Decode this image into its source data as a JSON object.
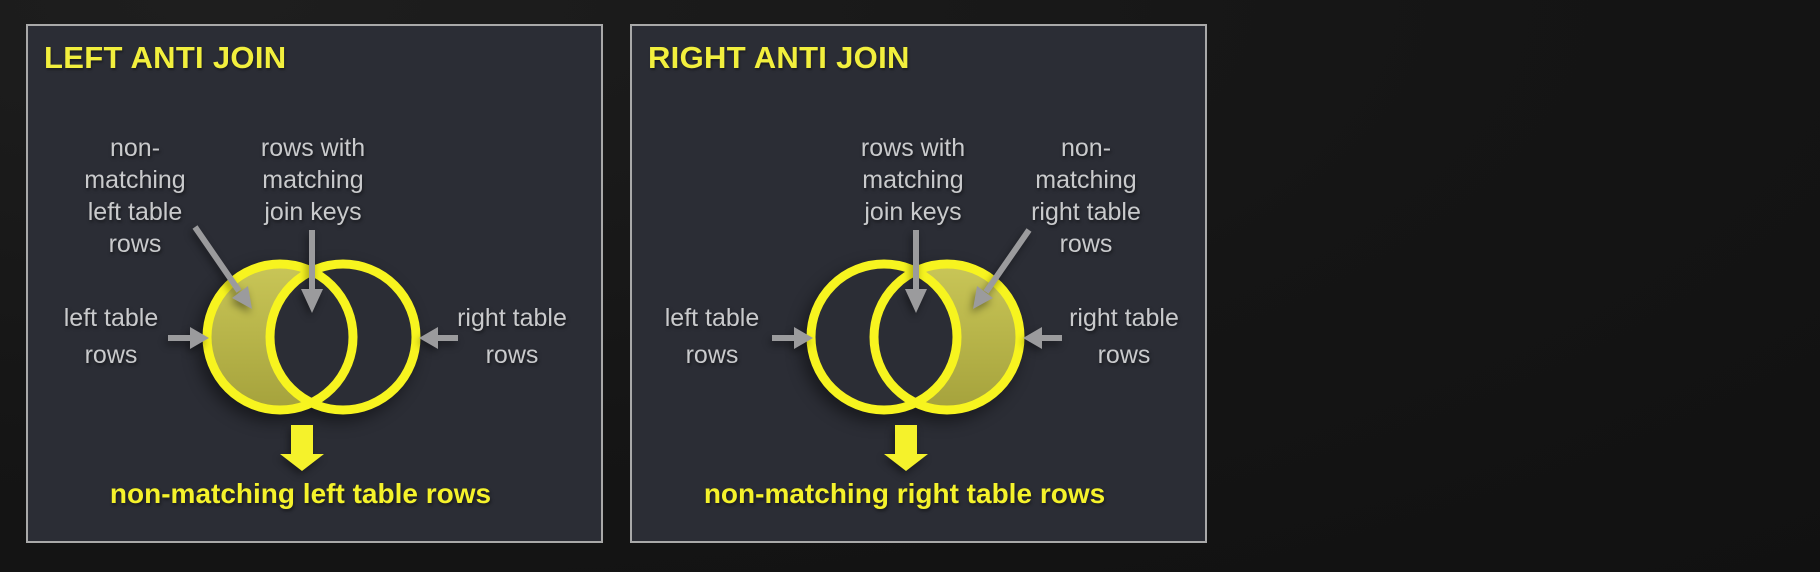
{
  "colors": {
    "page_background": "#151515",
    "panel_background": "#2b2d35",
    "panel_border": "#a9a9a9",
    "title_yellow": "#f2ef3d",
    "circle_stroke_yellow": "#f7f41f",
    "crescent_fill_olive": "#b7b44a",
    "label_gray": "#c9cacc",
    "arrow_gray": "#9b9b9d",
    "caption_yellow": "#f5f22b"
  },
  "panels": [
    {
      "title": "LEFT ANTI JOIN",
      "highlighted_region": "left crescent",
      "labels": {
        "outer": [
          "non-",
          "matching",
          "left table",
          "rows"
        ],
        "inner": [
          "rows with",
          "matching",
          "join keys"
        ],
        "left_circle": [
          "left table",
          "rows"
        ],
        "right_circle": [
          "right table",
          "rows"
        ]
      },
      "caption": "non-matching left table rows"
    },
    {
      "title": "RIGHT ANTI JOIN",
      "highlighted_region": "right crescent",
      "labels": {
        "outer": [
          "non-",
          "matching",
          "right table",
          "rows"
        ],
        "inner": [
          "rows with",
          "matching",
          "join keys"
        ],
        "left_circle": [
          "left table",
          "rows"
        ],
        "right_circle": [
          "right table",
          "rows"
        ]
      },
      "caption": "non-matching right table rows"
    }
  ]
}
